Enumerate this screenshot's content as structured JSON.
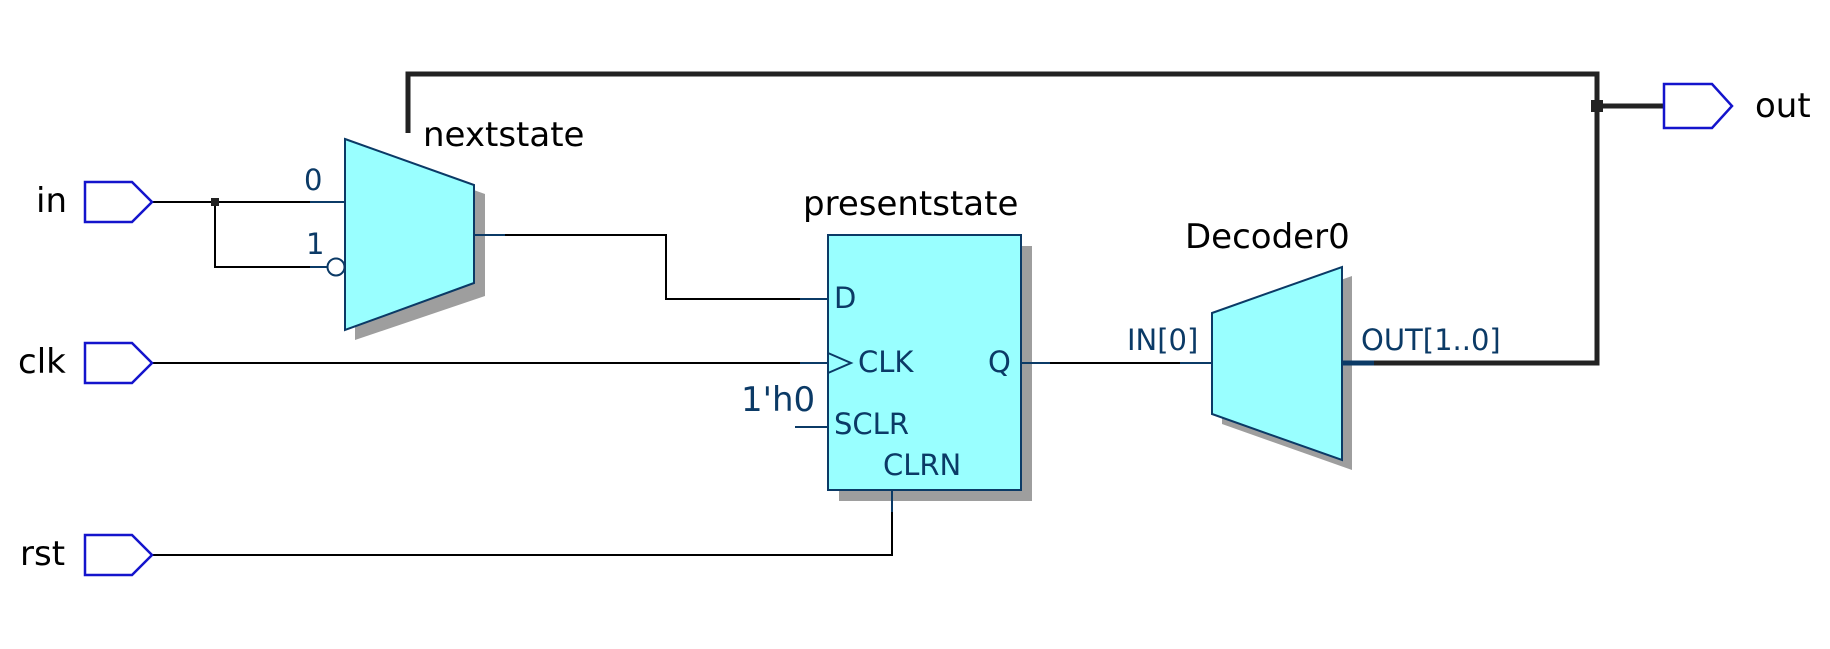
{
  "ports": {
    "inputs": [
      "in",
      "clk",
      "rst"
    ],
    "output": "out"
  },
  "instances": {
    "mux": {
      "name": "nextstate",
      "pins": [
        "0",
        "1"
      ]
    },
    "register": {
      "name": "presentstate",
      "pins": [
        "D",
        "CLK",
        "Q",
        "SCLR",
        "CLRN"
      ],
      "constant": "1'h0"
    },
    "decoder": {
      "name": "Decoder0",
      "pins": [
        "IN[0]",
        "OUT[1..0]"
      ]
    }
  },
  "colors": {
    "block_fill": "#99ffff",
    "block_stroke": "#0b3a66",
    "shadow": "#9e9e9e",
    "port_outline": "#1414cc",
    "pin_text": "#0b3a66",
    "wire": "#000000"
  },
  "icons": {
    "input_port": "input-port-icon",
    "output_port": "output-port-icon",
    "mux": "mux-trapezoid-icon",
    "decoder": "decoder-trapezoid-icon",
    "clock_edge": "clock-triangle-icon",
    "inverter_bubble": "inversion-bubble-icon"
  }
}
